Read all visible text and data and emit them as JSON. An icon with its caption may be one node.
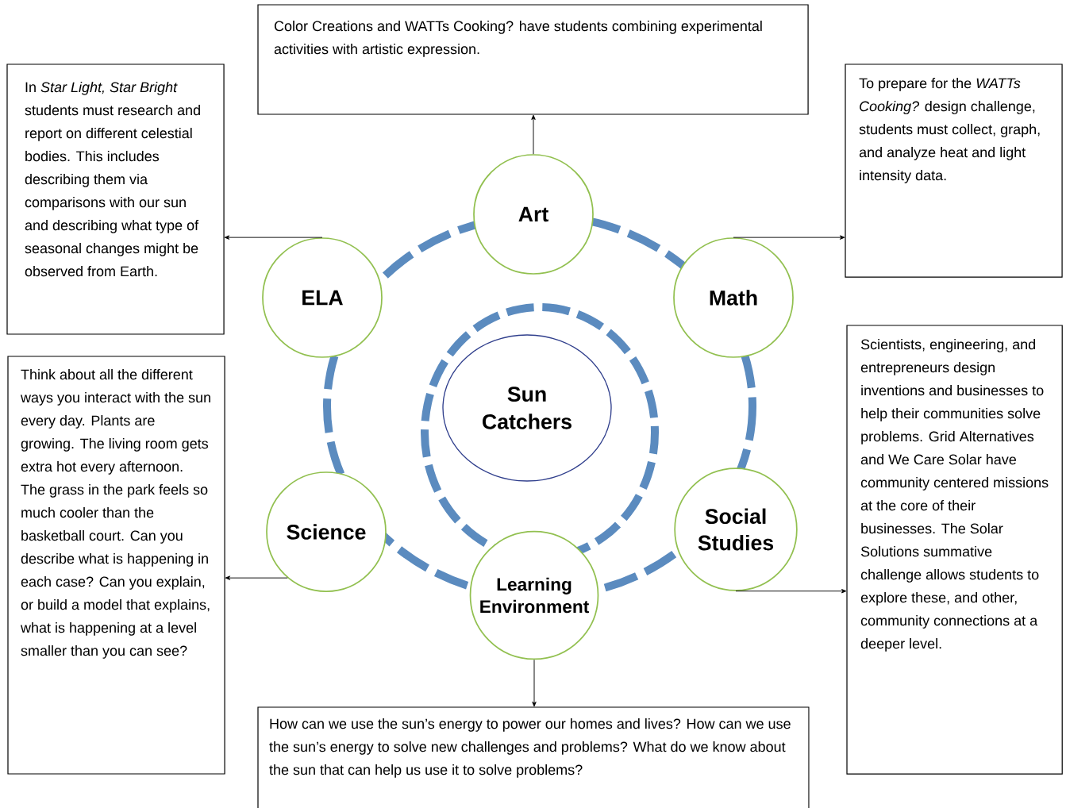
{
  "diagram": {
    "nodes": [
      {
        "text": [
          "Color Creations and WATTs Cooking? have students combining experimental activities with artistic expression."
        ]
      },
      {
        "text": [
          "In *Star Light, Star Bright* students must research and report on different celestial bodies. This includes describing them via comparisons with our sun and describing what type of seasonal changes might be observed from Earth."
        ]
      },
      {
        "text": [
          "To prepare for the *WATTs Cooking?* design challenge, students must collect, graph, and analyze heat and light intensity data."
        ]
      },
      {
        "text": [
          "Art"
        ]
      },
      {
        "text": [
          "ELA"
        ]
      },
      {
        "text": [
          "Math"
        ]
      },
      {
        "text": [
          "Sun Catchers"
        ]
      },
      {
        "text": [
          "Think about all the different ways you interact with the sun every day. Plants are growing. The living room gets extra hot every afternoon. The grass in the park feels so much cooler than the basketball court. Can you describe what is happening in each case? Can you explain, or build a model that explains, what is happening at a level smaller than you can see?"
        ]
      },
      {
        "text": [
          "Scientists, engineering, and entrepreneurs design inventions and businesses to help their communities solve problems. Grid Alternatives and We Care Solar have community centered missions at the core of their businesses. The Solar Solutions summative challenge allows students to explore these, and other, community connections at a deeper level."
        ]
      },
      {
        "text": [
          "Science"
        ]
      },
      {
        "text": [
          "Social Studies"
        ]
      },
      {
        "text": [
          "Learning Environment"
        ]
      },
      {
        "text": [
          "How can we use the sun’s energy to power our homes and lives? How can we use the sun’s energy to solve new challenges and problems? What do we know about the sun that can help us use it to solve problems?"
        ]
      }
    ],
    "edges": [
      {
        "from": 3,
        "to": 0,
        "arrow": "to"
      },
      {
        "from": 4,
        "to": 1,
        "arrow": "to"
      },
      {
        "from": 5,
        "to": 2,
        "arrow": "to"
      },
      {
        "from": 9,
        "to": 7,
        "arrow": "to"
      },
      {
        "from": 10,
        "to": 8,
        "arrow": "to"
      },
      {
        "from": 11,
        "to": 12,
        "arrow": "to"
      }
    ]
  }
}
